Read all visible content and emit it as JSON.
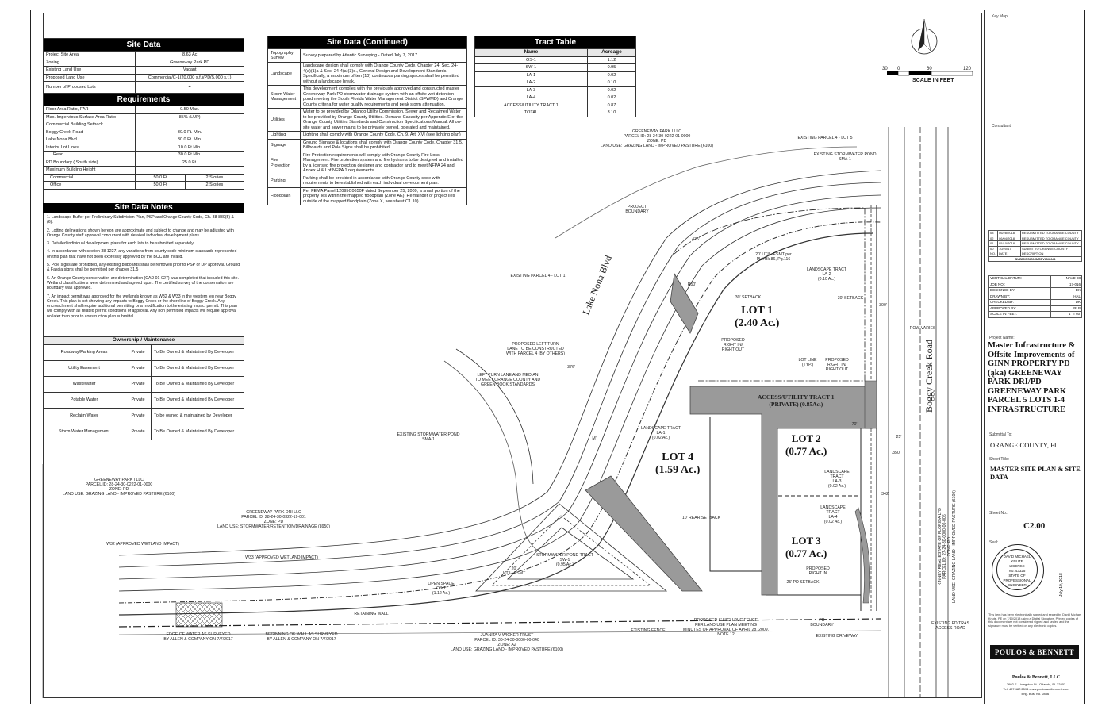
{
  "site_data": {
    "title": "Site Data",
    "rows": [
      [
        "Project Site Area",
        "8.63 Ac"
      ],
      [
        "Zoning",
        "Greeneway Park PD"
      ],
      [
        "Existing Land Use",
        "Vacant"
      ],
      [
        "Proposed Land Use",
        "Commercial/C-1(20,000 s.f.)/PD(5,000 s.f.)"
      ],
      [
        "Number of Proposed Lots",
        "4"
      ]
    ],
    "req_title": "Requirements",
    "req_rows": [
      [
        "Floor Area Ratio, FAR",
        "0.50 Max."
      ],
      [
        "Max. Impervious Surface Area Ratio",
        "85% (LUP)"
      ],
      [
        "Commercial Building Setback",
        ""
      ],
      [
        "Boggy Creek Road",
        "30.0 Ft. Min."
      ],
      [
        "Lake Nona Blvd.",
        "30.0 Ft. Min."
      ],
      [
        "Interior Lot Lines",
        "10.0 Ft Min."
      ],
      [
        "Rear",
        "30.0 Ft Min."
      ],
      [
        "PD Boundary ( South side)",
        "25.0 Ft."
      ],
      [
        "Maximum Building Height",
        ""
      ]
    ],
    "height_rows": [
      [
        "Commercial",
        "50.0 Ft",
        "2 Stories"
      ],
      [
        "Office",
        "50.0 Ft",
        "2 Stories"
      ]
    ]
  },
  "notes": {
    "title": "Site Data Notes",
    "items": [
      "1. Landscape Buffer per Preliminary Subdivision Plan, PSP and Orange County Code, Ch. 38-830(5) & (6).",
      "2. Lotting delineations shown hereon are approximate and subject to change and may be adjusted with Orange County staff approval concurrent with detailed individual development plans.",
      "3. Detailed individual development plans for each lots to be submitted separately.",
      "4. In accordance with section 38-1227, any variations from county code minimum standards represented on this plan that have not been expressly approved by the BCC are invalid.",
      "5. Pole signs are prohibited, any existing billboards shall be removed prior to PSP or DP approval. Ground & Fascia signs shall be permitted per chapter 31.5",
      "6. An Orange County conservation are determination (CAD 01-027) was completed that included this site. Wetland classifications were determined and agreed upon. The certified survey of the conservation are boundary was approved.",
      "7. An impact permit was approved for the wetlands known as W32 & W33 in the western leg near Boggy Creek. This plan is not showing any impacts to Boggy Creek or the shoreline of Boggy Creek. Any encroachment shall require additional permitting or a modification to the existing impact permit. This plan will comply with all related permit conditions of approval. Any non permitted impacts will require approval no later than prior to construction plan submittal."
    ]
  },
  "ownership": {
    "title": "Ownership / Maintenance",
    "rows": [
      [
        "Roadway/Parking Areas",
        "Private",
        "To Be Owned & Maintained By Developer"
      ],
      [
        "Utility Easement",
        "Private",
        "To Be Owned & Maintained By Developer"
      ],
      [
        "Wastewater",
        "Private",
        "To Be Owned & Maintained By Developer"
      ],
      [
        "Potable Water",
        "Private",
        "To Be Owned & Maintained By Developer"
      ],
      [
        "Reclaim Water",
        "Private",
        "To be owned & maintained by Developer"
      ],
      [
        "Storm Water Management",
        "Private",
        "To Be Owned & Maintained By Developer"
      ]
    ]
  },
  "site_data_cont": {
    "title": "Site Data (Continued)",
    "rows": [
      [
        "Topography Survey",
        "Survey prepared by Atlantic Surveying - Dated July 7, 2017"
      ],
      [
        "Landscape",
        "Landscape design shall comply with Orange County Code, Chapter 24, Sec. 24-4(a)(1)a & Sec. 24-4(a)(3)d., General Design and Development Standards. Specifically, a maximum of ten (10) continuous parking spaces shall be permitted without a landscape break."
      ],
      [
        "Storm Water Management",
        "This development complies with the previously approved and constructed master Greeneway Park PD stormwater drainage system with an offsite wet detention pond meeting the South Florida Water Management District (SFWMD) and Orange County criteria for water quality requirements and peak storm attenuation."
      ],
      [
        "Utilities",
        "Water to be provided by Orlando Utility Commission. Sewer and Reclaimed Water to be provided by Orange County Utilities. Demand Capacity per Appendix E of the Orange County Utilities Standards and Construction Specifications Manual. All on-site water and sewer mains to be privately owned, operated and maintained."
      ],
      [
        "Lighting",
        "Lighting shall comply with Orange County Code, Ch. 9, Art. XVI (see lighting plan)"
      ],
      [
        "Signage",
        "Ground Signage & locations shall comply with Orange County Code, Chapter 31.5. Billboards and Pole Signs shall be prohibited."
      ],
      [
        "Fire Protection",
        "Fire Protection requirements will comply with Orange County Fire Loss Management. Fire protection system and fire hydrants to be designed and installed by a licensed fire protection designer and contractor and to meet NFPA 24 and Annex H & I of NFPA 1 requirements."
      ],
      [
        "Parking",
        "Parking shall be provided in accordance with Orange County code with requirements to be established with each individual development plan."
      ],
      [
        "Floodplain",
        "Per FEMA Panel 12095C0650F dated September 25, 2009, a small portion of the property lies within the mapped floodplain (Zone AE). Remainder of project lies outside of the mapped floodplain (Zone X, see sheet C1.10)."
      ]
    ]
  },
  "tract_table": {
    "title": "Tract Table",
    "headers": [
      "Name",
      "Acreage"
    ],
    "rows": [
      [
        "OS-1",
        "1.12"
      ],
      [
        "SW-1",
        "0.95"
      ],
      [
        "LA-1",
        "0.02"
      ],
      [
        "LA-2",
        "0.10"
      ],
      [
        "LA-3",
        "0.02"
      ],
      [
        "LA-4",
        "0.02"
      ],
      [
        "ACCESS/UTILITY TRACT 1",
        "0.87"
      ],
      [
        "TOTAL",
        "3.10"
      ]
    ]
  },
  "scale": {
    "t0": "30",
    "t1": "0",
    "t2": "60",
    "t3": "120",
    "label": "SCALE IN FEET"
  },
  "lots": [
    {
      "name": "LOT 1",
      "area": "(2.40 Ac.)"
    },
    {
      "name": "LOT 2",
      "area": "(0.77 Ac.)"
    },
    {
      "name": "LOT 3",
      "area": "(0.77 Ac.)"
    },
    {
      "name": "LOT 4",
      "area": "(1.59 Ac.)"
    }
  ],
  "access_tract": {
    "line1": "ACCESS/UTILITY TRACT 1",
    "line2": "(PRIVATE) (0.85Ac.)"
  },
  "roads": {
    "lake_nona": "Lake Nona Blvd",
    "boggy_creek": "Boggy Creek Road"
  },
  "plan_labels": {
    "gp1_top": "GREENEWAY PARK I LLC\nPARCEL ID: 28-24-30-0222-01-0000\nZONE: PD\nLAND USE: GRAZING LAND - IMPROVED PASTURE (6100)",
    "parcel4_lot5": "EXISTING PARCEL 4 - LOT 5",
    "pond_sma1_top": "EXISTING STORMWATER POND\nSMA-1",
    "project_boundary": "PROJECT\nBOUNDARY",
    "util_esmt": "20' UTIL. ESMT per\nPlat Bk.86, Pg.116",
    "la2": "LANDSCAPE TRACT\nLA-2\n(0.10 Ac.)",
    "setback30a": "30' SETBACK",
    "setback30b": "30' SETBACK",
    "row_varies": "ROW VARIES",
    "parcel4_lot1": "EXISTING PARCEL 4 - LOT 1",
    "prop_rio1": "PROPOSED\nRIGHT IN/\nRIGHT OUT",
    "left_turn": "PROPOSED LEFT TURN\nLANE TO BE CONSTRUCTED\nWITH PARCEL 4 (BY OTHERS)",
    "left_turn_median": "LEFT TURN LANE AND MEDIAN\nTO MEET ORANGE COUNTY AND\nGREEN BOOK STANDARDS",
    "lot_line": "LOT LINE\n(TYP.)",
    "prop_rio2": "PROPOSED\nRIGHT IN/\nRIGHT OUT",
    "la1": "LANDSCAPE TRACT\nLA-1\n(0.02 Ac.)",
    "pond_sma1_mid": "EXISTING STORMWATER POND\nSMA-1",
    "la3": "LANDSCAPE\nTRACT\nLA-3\n(0.02 Ac.)",
    "la4": "LANDSCAPE\nTRACT\nLA-4\n(0.02 Ac.)",
    "rear_setback": "10' REAR SETBACK",
    "gp1_left": "GREENEWAY PARK I LLC\nPARCEL ID: 28-24-30-0222-01-0000\nZONE: PD\nLAND USE: GRAZING LAND - IMPROVED PASTURE (6100)",
    "gp_dri": "GREENEWAY PARK DRI LLC\nPARCEL ID: 28-24-30-0322-19-001\nZONE: PD\nLAND USE: STORMWATER/RETENTION/DRAINAGE (8950)",
    "w32": "W32 (APPROVED WETLAND IMPACT)",
    "w33": "W33 (APPROVED WETLAND IMPACT)",
    "sw1": "STORMWATER POND TRACT\nSW-1\n(0.95 Ac.)",
    "util20": "20'\nUTIL. ESMT",
    "os1": "OPEN SPACE\nOS-1\n(1.12 Ac.)",
    "prop_ri": "PROPOSED\nRIGHT IN",
    "setback25": "25' PD SETBACK",
    "retaining": "RETAINING WALL",
    "edge_water": "EDGE OF WATER AS SURVEYED\nBY ALLEN & COMPANY ON 7/7/2017",
    "begin_wall": "BEGINNING OF WALL AS SURVEYED\nBY ALLEN & COMPANY ON 7/7/2017",
    "wicker": "JUANITA V WICKER TRUST\nPARCEL ID: 30-24-30-0000-00-040\nZONE: A2\nLAND USE: GRAZING LAND - IMPROVED PASTURE (6100)",
    "exist_fence": "EXISTING FENCE",
    "pvc_fence": "PROPOSED 6' HIGH PVC FENCE\nPER LAND USE PLAN MEETING\nMINUTES OF APPROVAL OF APRIL 28, 2009,\nNOTE 12",
    "pd_boundary": "PD\nBOUNDARY",
    "exist_driveway": "EXISTING DRIVEWAY",
    "fdtras": "EXISTING FDITRAS\nACCESS ROAD",
    "kinney": "KINNEY REAL ESTATE OF FLORIDA LTD\nPARCEL ID: 27-24-30-0000-00-006\nZONE: PD\nLAND USE: GRAZING LAND - IMPROVED PASTURE (6100)",
    "dim_476": "476'",
    "dim_300": "300'",
    "dim_342": "342'",
    "dim_70": "70'",
    "dim_25": "25'",
    "dim_350": "350'",
    "dim_r50": "R50'",
    "dim_m": "M'",
    "dim_376": "376'"
  },
  "title_block": {
    "key_map": "Key Map:",
    "consultant": "Consultant:",
    "revisions": [
      [
        "03",
        "06/28/2018",
        "RESUBMITTED TO ORANGE COUNTY"
      ],
      [
        "02",
        "06/04/2018",
        "RESUBMITTED TO ORANGE COUNTY"
      ],
      [
        "01",
        "05/10/2018",
        "RESUBMITTED TO ORANGE COUNTY"
      ],
      [
        "00",
        "10/20/17",
        "SUBMIT TO ORANGE COUNTY"
      ],
      [
        "NO.",
        "DATE",
        "DESCRIPTION"
      ]
    ],
    "rev_header": "SUBMISSIONS/REVISIONS",
    "props": [
      [
        "VERTICAL DATUM:",
        "NAVD 88"
      ],
      [
        "JOB NO.:",
        "17-016"
      ],
      [
        "DESIGNED BY:",
        "DK"
      ],
      [
        "DRAWN BY:",
        "HAL"
      ],
      [
        "CHECKED BY:",
        "DK"
      ],
      [
        "APPROVED BY:",
        "RLB"
      ],
      [
        "SCALE IN FEET:",
        "1\" = 60'"
      ]
    ],
    "project_name_label": "Project Name:",
    "project_name": "Master Infrastructure & Offsite Improvements of GINN PROPERTY PD (ąka) GREENEWAY PARK DRI/PD GREENEWAY PARK PARCEL 5 LOTS 1-4 INFRASTRUCTURE",
    "submitted_label": "Submittal To:",
    "submitted": "ORANGE COUNTY, FL",
    "sheet_title_label": "Sheet Title:",
    "sheet_title": "MASTER SITE PLAN & SITE DATA",
    "sheet_no_label": "Sheet No.:",
    "sheet_no": "C2.00",
    "seal_label": "Seal:",
    "seal_text": "DAVID MICHAEL KNUTE\nLICENSE\nNo. 43325\nSTATE OF\nPROFESSIONAL ENGINEER",
    "seal_date": "July 10, 2018",
    "seal_note": "This item has been electronically signed and sealed by David Michael Knute, PE on 7/10/2018 using a Digital Signature. Printed copies of this document are not considered signed and sealed and the signature must be verified on any electronic copies.",
    "firm_logo": "POULOS & BENNETT",
    "firm_name": "Poulos & Bennett, LLC",
    "firm_addr": "2602 E. Livingston St., Orlando, FL 32803",
    "firm_tel": "Tel. 407.487.2594   www.poulosandbennett.com",
    "firm_reg": "Eng. Bus. No. 28567"
  }
}
